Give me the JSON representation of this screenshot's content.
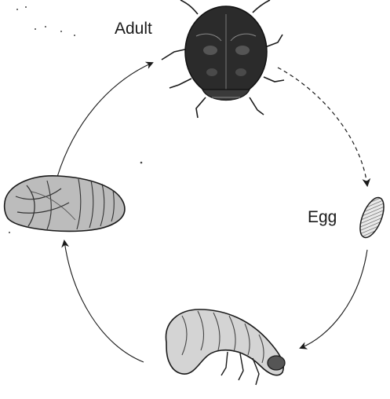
{
  "labels": {
    "adult": "Adult",
    "egg": "Egg"
  },
  "stages": [
    {
      "name": "adult",
      "icon": "beetle-adult-icon"
    },
    {
      "name": "egg",
      "icon": "egg-icon"
    },
    {
      "name": "larva",
      "icon": "larva-icon"
    },
    {
      "name": "pupa",
      "icon": "pupa-icon"
    }
  ],
  "colors": {
    "ink": "#1a1a1a",
    "shell": "#2b2b2b",
    "paper": "#ffffff"
  }
}
